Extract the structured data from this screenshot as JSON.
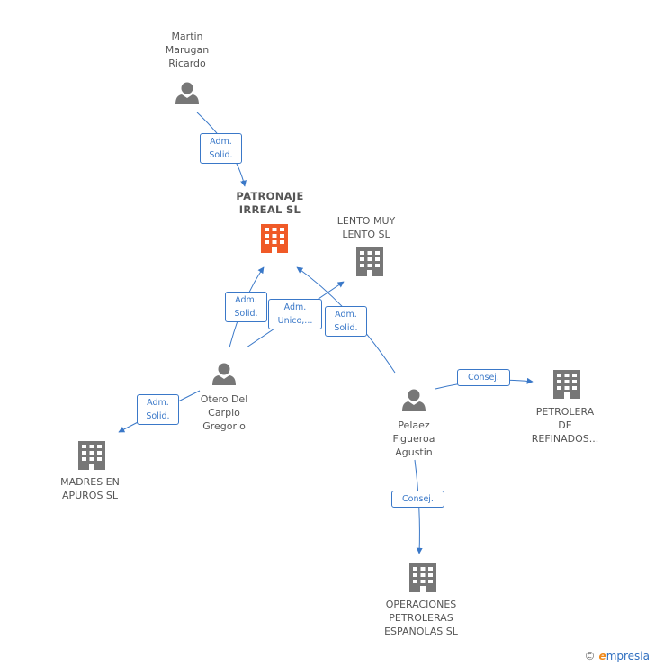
{
  "nodes": {
    "martin": {
      "label": "Martin\nMarugan\nRicardo",
      "kind": "person"
    },
    "patronaje": {
      "label": "PATRONAJE\nIRREAL SL",
      "kind": "company-main"
    },
    "lento": {
      "label": "LENTO MUY\nLENTO SL",
      "kind": "company"
    },
    "otero": {
      "label": "Otero Del\nCarpio\nGregorio",
      "kind": "person"
    },
    "madres": {
      "label": "MADRES EN\nAPUROS SL",
      "kind": "company"
    },
    "pelaez": {
      "label": "Pelaez\nFigueroa\nAgustin",
      "kind": "person"
    },
    "petrolera": {
      "label": "PETROLERA\nDE\nREFINADOS...",
      "kind": "company"
    },
    "operaciones": {
      "label": "OPERACIONES\nPETROLERAS\nESPAÑOLAS SL",
      "kind": "company"
    }
  },
  "relations": {
    "martin_patronaje": "Adm.\nSolid.",
    "otero_patronaje": "Adm.\nSolid.",
    "otero_lento": "Adm.\nUnico,...",
    "pelaez_patronaje": "Adm.\nSolid.",
    "otero_madres": "Adm.\nSolid.",
    "pelaez_petrolera": "Consej.",
    "pelaez_operaciones": "Consej."
  },
  "colors": {
    "edge": "#3a78c8",
    "icon": "#777777",
    "main_icon": "#f05a28"
  },
  "brand": {
    "copyright": "©",
    "e": "e",
    "rest": "mpresia"
  }
}
